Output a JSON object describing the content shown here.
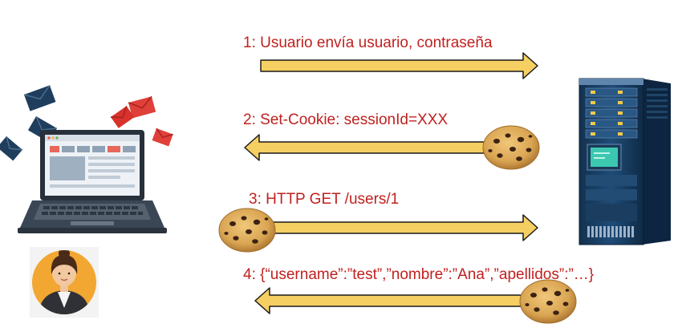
{
  "steps": [
    {
      "label": "1: Usuario envía usuario, contraseña",
      "direction": "right",
      "cookie": "none"
    },
    {
      "label": "2: Set-Cookie: sessionId=XXX",
      "direction": "left",
      "cookie": "head"
    },
    {
      "label": "3: HTTP GET /users/1",
      "direction": "right",
      "cookie": "tail"
    },
    {
      "label": "4: {“username”:”test”,”nombre”:”Ana”,”apellidos”:”…}",
      "direction": "left",
      "cookie": "head"
    }
  ],
  "icons": {
    "client": "laptop-icon",
    "user": "user-avatar-icon",
    "server": "server-icon",
    "cookie": "cookie-icon",
    "mail": "envelope-icon"
  },
  "colors": {
    "label_text": "#c0211f",
    "arrow_fill": "#f6cf62",
    "arrow_stroke": "#1a1a1a",
    "cookie": "#d9a552",
    "avatar_bg": "#f2a732"
  }
}
